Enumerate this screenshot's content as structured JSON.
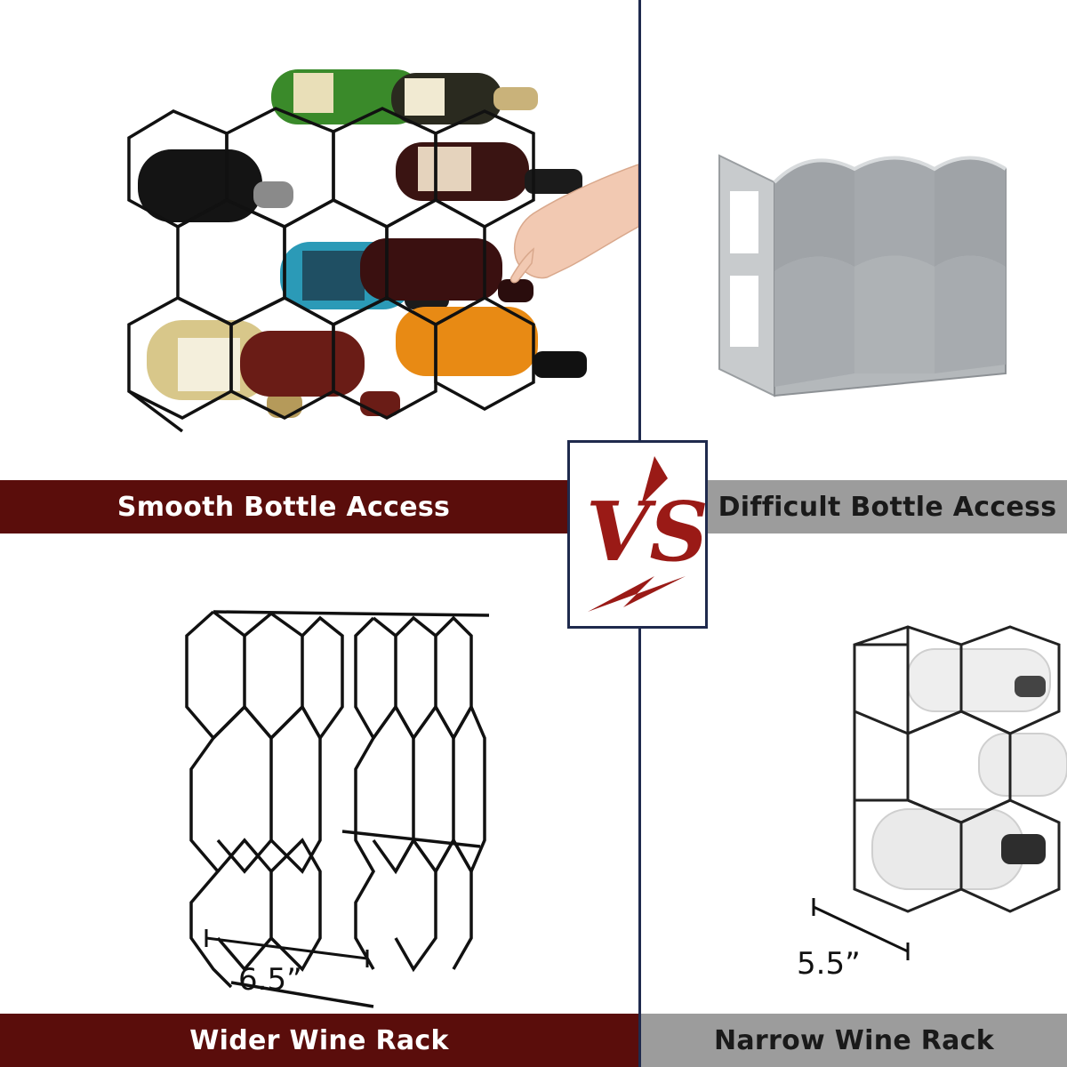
{
  "panels": {
    "top_left": {
      "caption": "Smooth Bottle Access"
    },
    "top_right": {
      "caption": "Difficult Bottle Access"
    },
    "bottom_left": {
      "caption": "Wider Wine Rack",
      "dimension": "6.5”"
    },
    "bottom_right": {
      "caption": "Narrow Wine Rack",
      "dimension": "5.5”"
    }
  },
  "center_badge": {
    "text": "VS"
  },
  "colors": {
    "dark_banner": "#5a0d0b",
    "gray_banner": "#9c9c9c",
    "divider": "#1f2a4d",
    "vs_red": "#9a1a16"
  }
}
